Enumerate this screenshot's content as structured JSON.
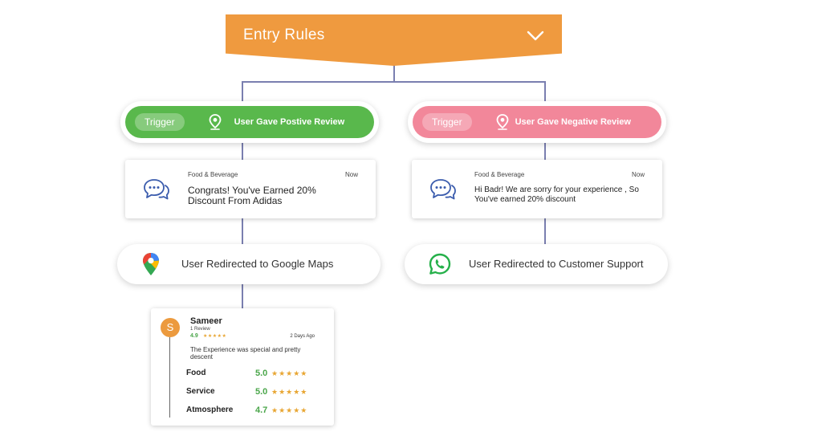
{
  "entry": {
    "title": "Entry Rules",
    "color": "#ef9a3f"
  },
  "branches": {
    "positive": {
      "trigger_chip": "Trigger",
      "trigger_label": "User Gave Postive Review",
      "trigger_color": "#59b84c",
      "notification": {
        "category": "Food & Beverage",
        "time": "Now",
        "message": "Congrats! You've Earned 20% Discount From Adidas"
      },
      "redirect": "User Redirected to Google Maps"
    },
    "negative": {
      "trigger_chip": "Trigger",
      "trigger_label": "User Gave Negative Review",
      "trigger_color": "#f2879a",
      "notification": {
        "category": "Food & Beverage",
        "time": "Now",
        "message": "Hi Badr! We are sorry for your experience , So You've earned 20% discount"
      },
      "redirect": "User Redirected to Customer Support"
    }
  },
  "review": {
    "avatar_letter": "S",
    "name": "Sameer",
    "count": "1 Review",
    "rating": "4.9",
    "ago": "2 Days Ago",
    "text": "The Experience was special and pretty descent",
    "categories": [
      {
        "label": "Food",
        "score": "5.0"
      },
      {
        "label": "Service",
        "score": "5.0"
      },
      {
        "label": "Atmosphere",
        "score": "4.7"
      }
    ]
  },
  "icons": {
    "pin": "location-pin-icon",
    "chat": "chat-bubbles-icon",
    "maps": "google-maps-icon",
    "whatsapp": "whatsapp-icon",
    "chevron": "chevron-down-icon",
    "star": "star-icon"
  }
}
